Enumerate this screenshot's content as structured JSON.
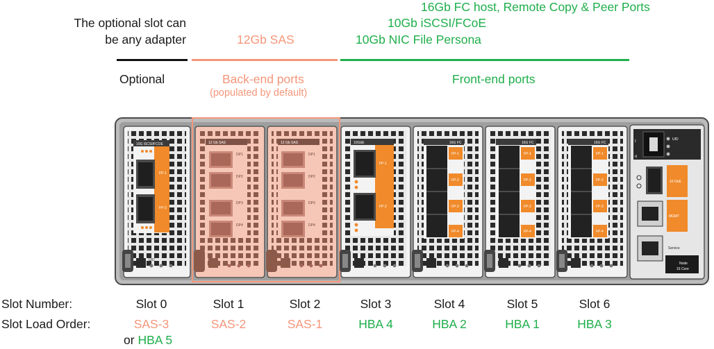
{
  "header": {
    "optional_note_line1": "The optional slot can",
    "optional_note_line2": "be any adapter",
    "sas_label": "12Gb SAS",
    "front_line1": "16Gb FC host, Remote Copy & Peer Ports",
    "front_line2": "10Gb iSCSI/FCoE",
    "front_line3": "10Gb NIC File Persona"
  },
  "sections": {
    "optional": "Optional",
    "backend": "Back-end ports",
    "backend_sub": "(populated by default)",
    "frontend": "Front-end ports"
  },
  "colors": {
    "black": "#1a1a1a",
    "salmon": "#f5967a",
    "green": "#1fae4b",
    "orange": "#f08a2a"
  },
  "hardware": {
    "slot0_card": "10G iSCSI/FCOE",
    "slot1_card": "12 Gb SAS",
    "slot2_card": "12 Gb SAS",
    "slot3_card": "10GbE",
    "slot4_card": "16G FC",
    "slot5_card": "16G FC",
    "slot6_card": "16G FC",
    "fp1": "FP-1",
    "fp2": "FP-2",
    "fp3": "FP-3",
    "fp4": "FP-4",
    "dp1": "DP1",
    "dp2": "DP2",
    "dp3": "DP3",
    "dp4": "DP4",
    "uid": "UID",
    "mgmt_10gbe": "10 GbE",
    "mgmt": "MGMT",
    "service": "Service",
    "node": "Node",
    "core": "16 Core"
  },
  "footer": {
    "slot_number_label": "Slot Number:",
    "slot_load_order_label": "Slot Load Order:",
    "slots": [
      {
        "number": "Slot 0",
        "order": "SAS-3",
        "order_alt_prefix": "or ",
        "order_alt": "HBA 5"
      },
      {
        "number": "Slot 1",
        "order": "SAS-2"
      },
      {
        "number": "Slot 2",
        "order": "SAS-1"
      },
      {
        "number": "Slot 3",
        "order": "HBA 4"
      },
      {
        "number": "Slot 4",
        "order": "HBA 2"
      },
      {
        "number": "Slot 5",
        "order": "HBA 1"
      },
      {
        "number": "Slot 6",
        "order": "HBA 3"
      }
    ]
  }
}
